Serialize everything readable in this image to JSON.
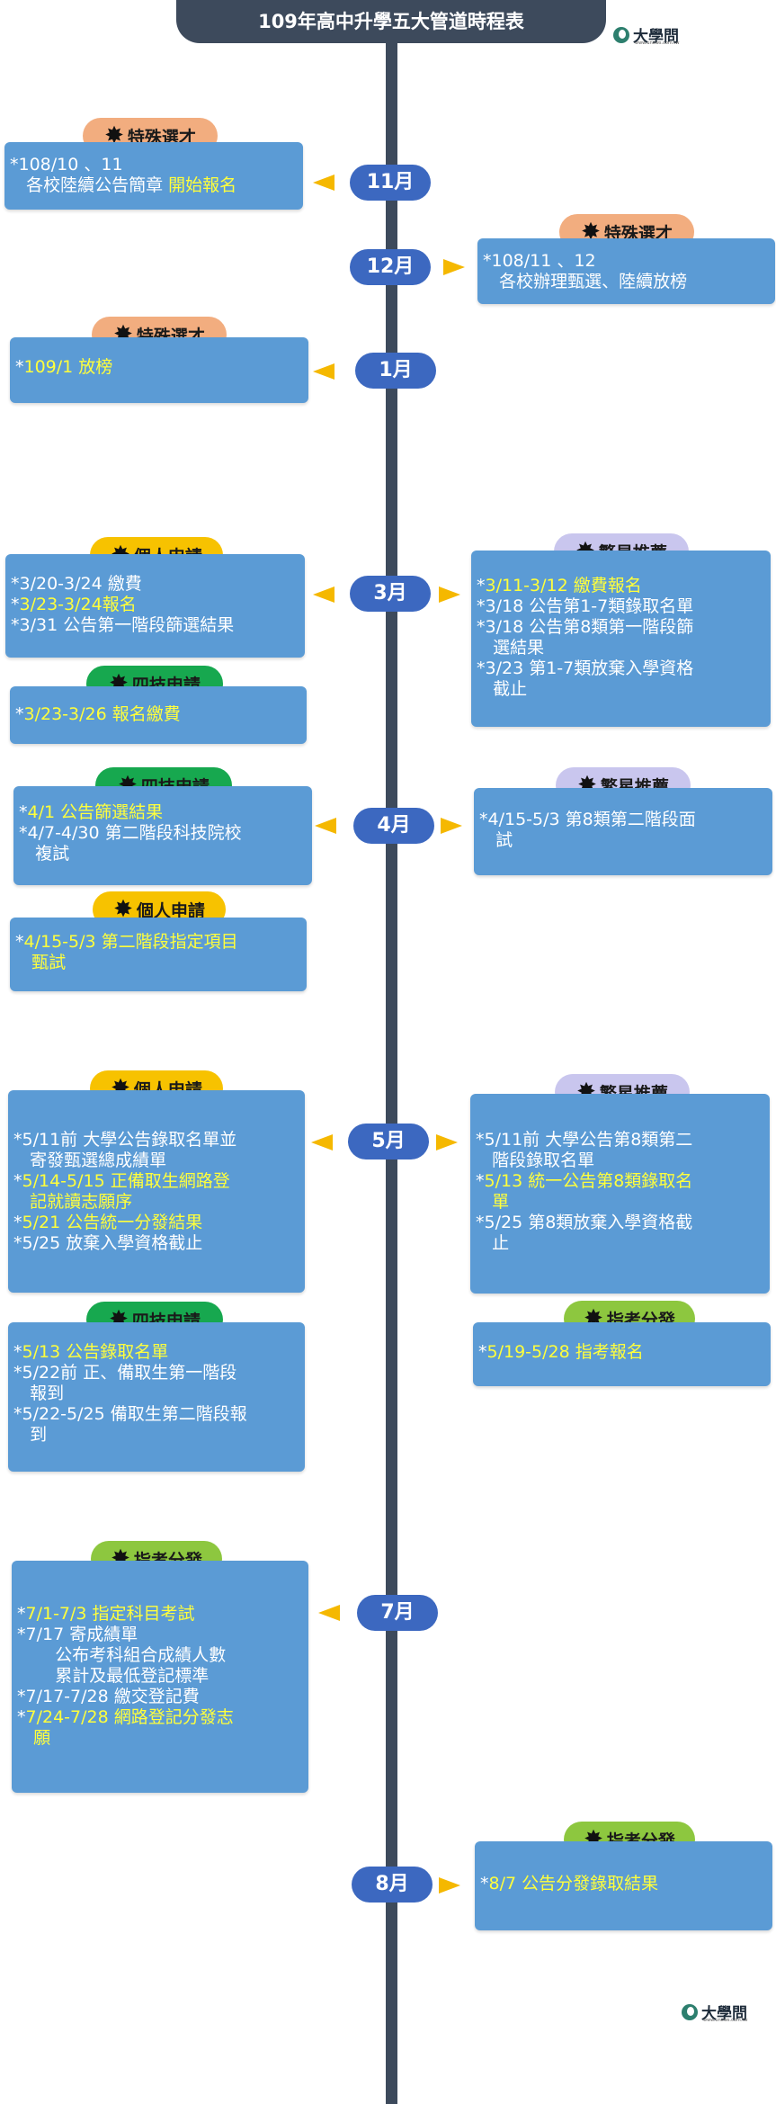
{
  "title": "109年高中升學五大管道時程表",
  "logo": {
    "text": "大學問",
    "icon": "logo-circle-icon",
    "tagline": "www.unews.com.tw"
  },
  "colors": {
    "spine": "#3d4a5c",
    "month_pill": "#3c68c0",
    "box": "#5b9bd5",
    "arrow": "#f5b800",
    "highlight": "#ffff3c"
  },
  "months": {
    "m11": "11月",
    "m12": "12月",
    "m1": "1月",
    "m3": "3月",
    "m4": "4月",
    "m5": "5月",
    "m7": "7月",
    "m8": "8月"
  },
  "labels": {
    "special": "特殊選才",
    "personal": "個人申請",
    "tech": "四技申請",
    "star": "繁星推薦",
    "exam": "指考分發"
  },
  "events": {
    "nov": {
      "l1": "*108/10 、11",
      "l2a": "   各校陸續公告簡章 ",
      "l2b": "開始報名"
    },
    "dec": {
      "l1": "*108/11 、12",
      "l2": "   各校辦理甄選、陸續放榜"
    },
    "jan": {
      "l1a": "*",
      "l1b": "109/1 放榜"
    },
    "mar_personal": {
      "l1": "*3/20-3/24 繳費",
      "l2a": "*",
      "l2b": "3/23-3/24報名",
      "l3": "*3/31 公告第一階段篩選結果"
    },
    "mar_tech": {
      "l1a": "*",
      "l1b": "3/23-3/26 報名繳費"
    },
    "mar_star": {
      "l1a": "*",
      "l1b": "3/11-3/12 繳費報名",
      "l2": "*3/18 公告第1-7類錄取名單",
      "l3": "*3/18 公告第8類第一階段篩",
      "l4": "   選結果",
      "l5": "*3/23 第1-7類放棄入學資格",
      "l6": "   截止"
    },
    "apr_tech": {
      "l1a": "*",
      "l1b": "4/1 公告篩選結果",
      "l2": "*4/7-4/30 第二階段科技院校",
      "l3": "   複試"
    },
    "apr_personal": {
      "l1a": "*",
      "l1b": "4/15-5/3 第二階段指定項目",
      "l2": "   甄試"
    },
    "apr_star": {
      "l1": "*4/15-5/3 第8類第二階段面",
      "l2": "   試"
    },
    "may_personal": {
      "l1": "*5/11前 大學公告錄取名單並",
      "l2": "   寄發甄選總成績單",
      "l3a": "*",
      "l3b": "5/14-5/15 正備取生網路登",
      "l4": "   記就讀志願序",
      "l5a": "*",
      "l5b": "5/21 公告統一分發結果",
      "l6": "*5/25 放棄入學資格截止"
    },
    "may_star": {
      "l1": "*5/11前 大學公告第8類第二",
      "l2": "   階段錄取名單",
      "l3a": "*",
      "l3b": "5/13 統一公告第8類錄取名",
      "l4": "   單",
      "l5": "*5/25 第8類放棄入學資格截",
      "l6": "   止"
    },
    "may_tech": {
      "l1a": "*",
      "l1b": "5/13 公告錄取名單",
      "l2": "*5/22前 正、備取生第一階段",
      "l3": "   報到",
      "l4": "*5/22-5/25 備取生第二階段報",
      "l5": "   到"
    },
    "may_exam": {
      "l1a": "*",
      "l1b": "5/19-5/28 指考報名"
    },
    "jul_exam": {
      "l1a": "*",
      "l1b": "7/1-7/3 指定科目考試",
      "l2": "*7/17 寄成績單",
      "l3": "       公布考科組合成績人數",
      "l4": "       累計及最低登記標準",
      "l5": "*7/17-7/28 繳交登記費",
      "l6a": "*",
      "l6b": "7/24-7/28 網路登記分發志",
      "l7": "   願"
    },
    "aug_exam": {
      "l1a": "*",
      "l1b": "8/7 公告分發錄取結果"
    }
  }
}
